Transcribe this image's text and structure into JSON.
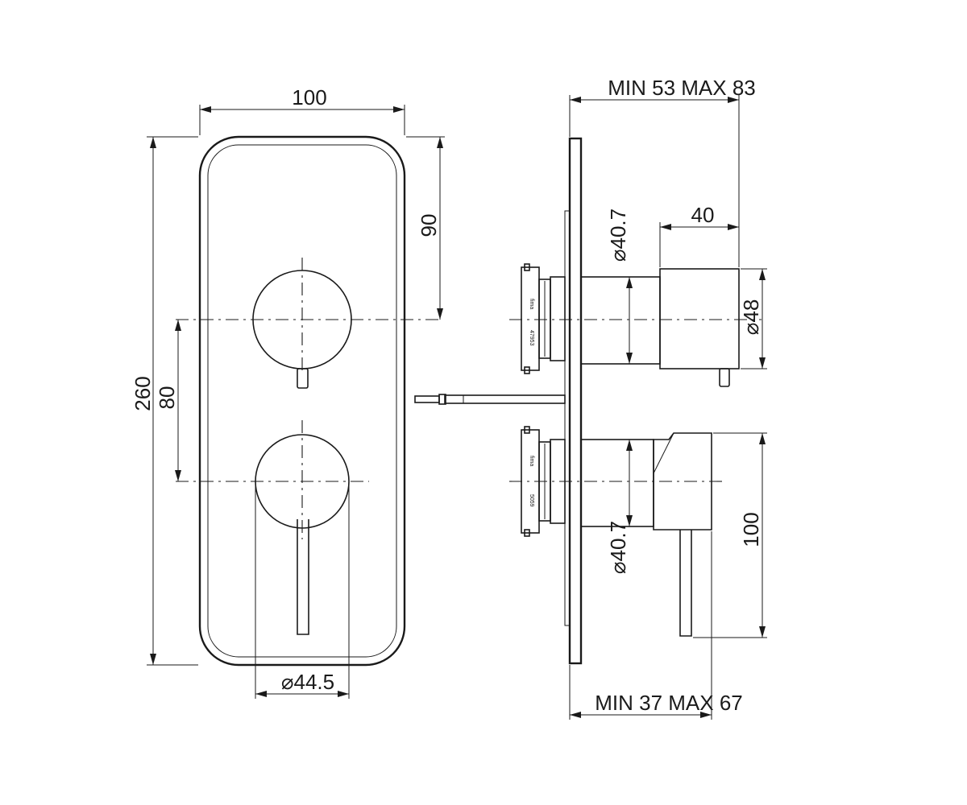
{
  "front_view": {
    "width_label": "100",
    "height_label": "260",
    "top_to_handle1_label": "90",
    "handle_spacing_label": "80",
    "handle_diameter_label": "⌀44.5"
  },
  "side_view": {
    "top_depth_label": "MIN 53 MAX 83",
    "bottom_depth_label": "MIN 37 MAX 67",
    "knob_depth_label": "40",
    "upper_body_diameter_label": "⌀40.7",
    "lower_body_diameter_label": "⌀40.7",
    "knob_diameter_label": "⌀48",
    "lever_height_label": "100"
  },
  "colors": {
    "line": "#1a1a1a",
    "background": "#ffffff"
  }
}
